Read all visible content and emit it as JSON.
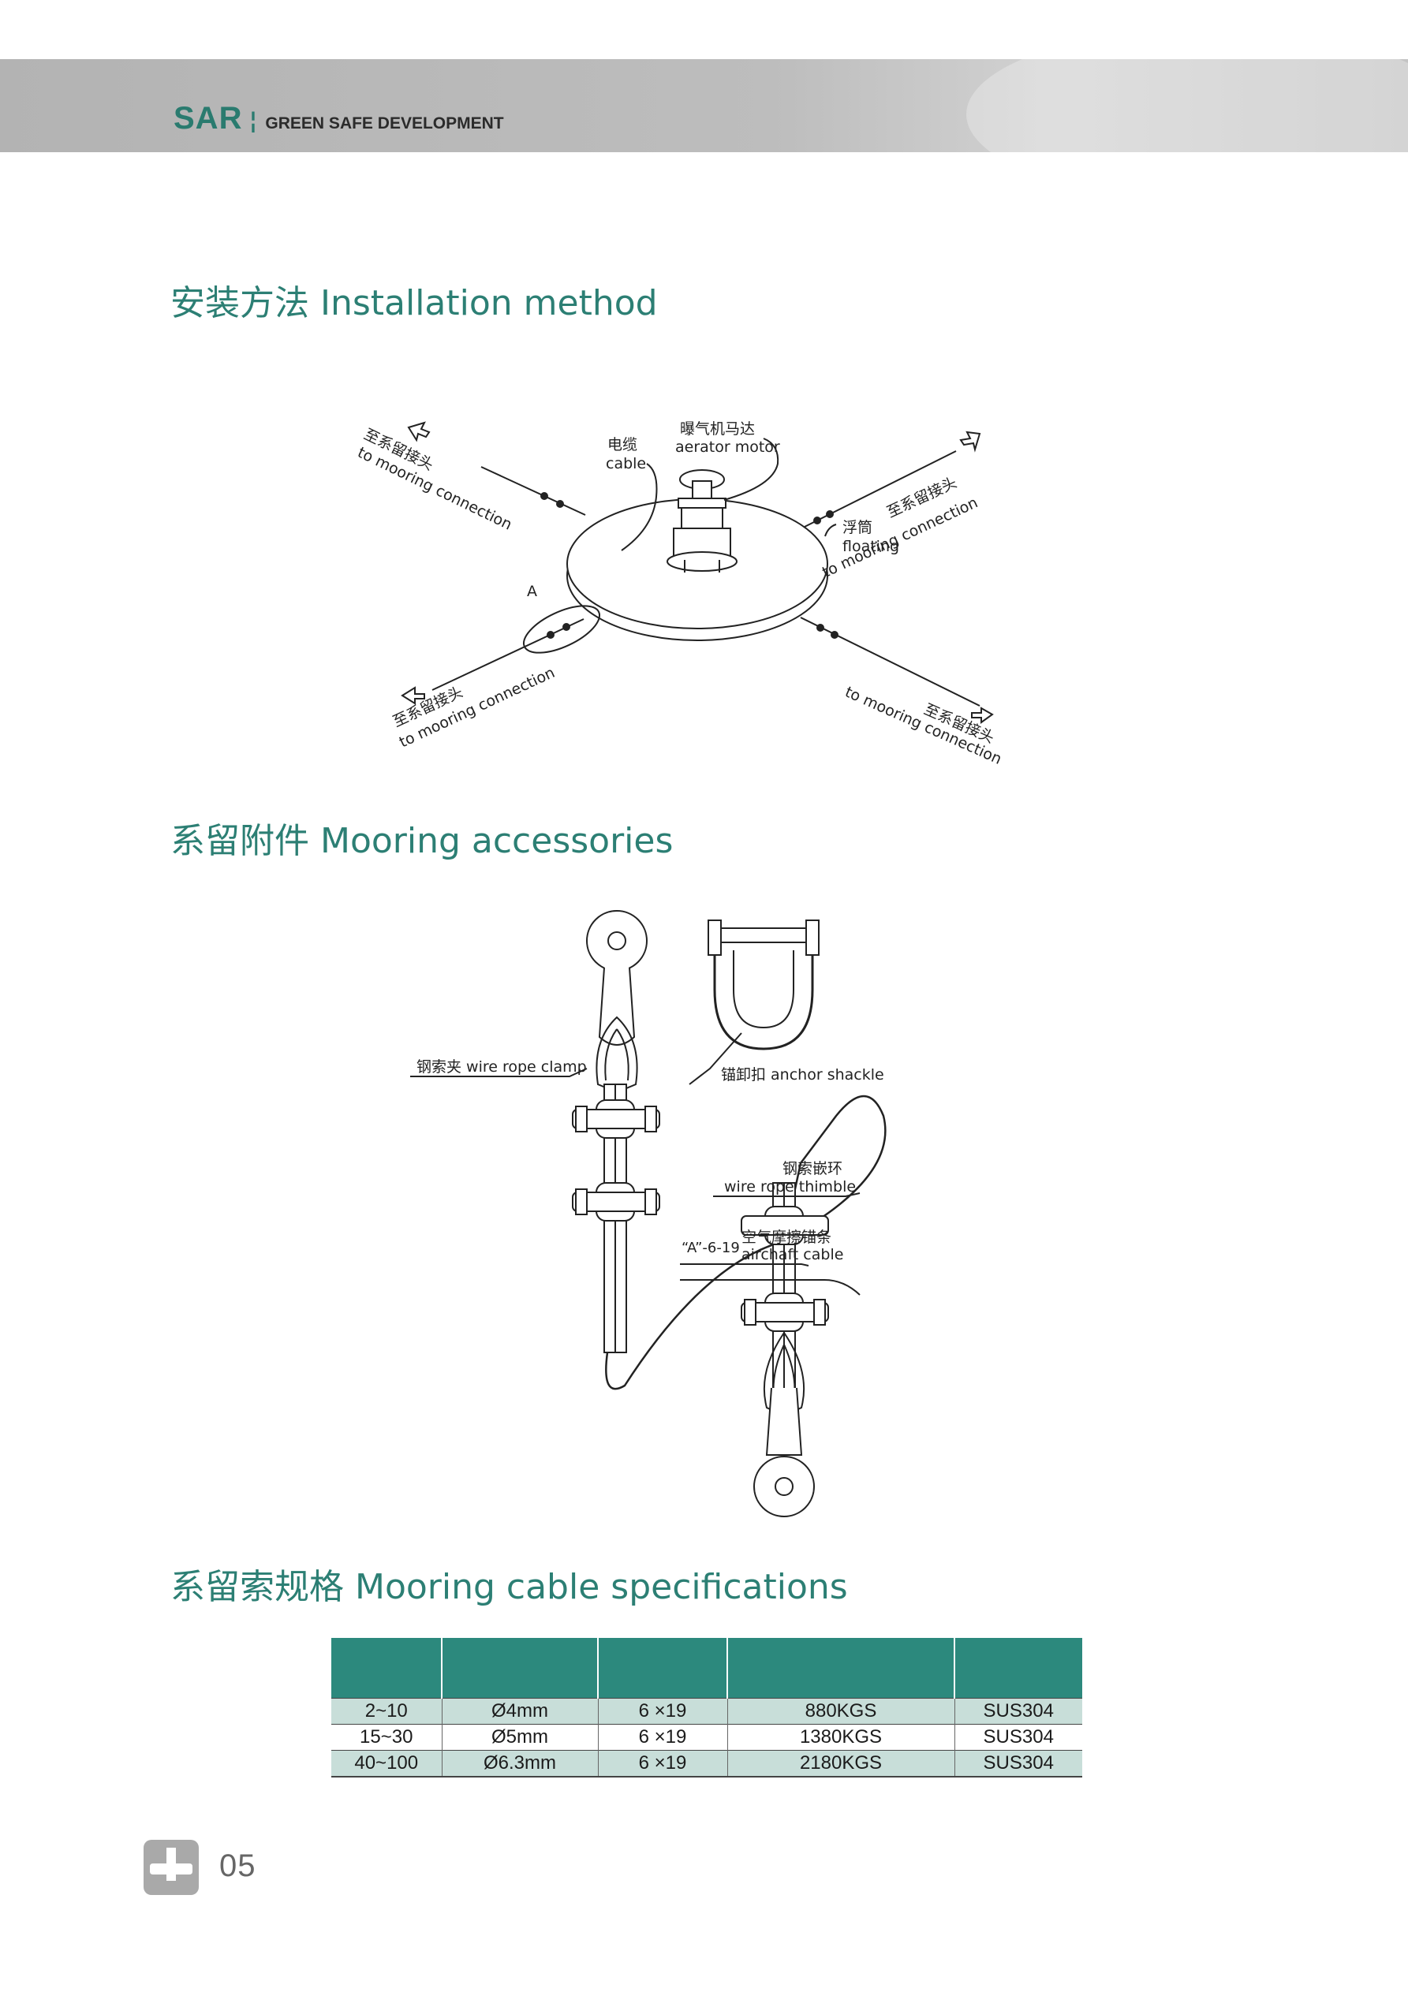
{
  "header": {
    "brand": "SAR",
    "tagline": "GREEN SAFE DEVELOPMENT"
  },
  "sections": {
    "installation": "安装方法 Installation method",
    "accessories": "系留附件 Mooring accessories",
    "specs": "系留索规格 Mooring cable specifications"
  },
  "installation_diagram": {
    "mooring_cn": "至系留接头",
    "mooring_en": "to mooring connection",
    "cable_cn": "电缆",
    "cable_en": "cable",
    "motor_cn": "曝气机马达",
    "motor_en": "aerator motor",
    "float_cn": "浮筒",
    "float_en": "floating",
    "detail_marker": "A"
  },
  "accessories_diagram": {
    "clamp": "钢索夹 wire rope clamp",
    "shackle": "锚卸扣 anchor shackle",
    "thimble_cn": "钢索嵌环",
    "thimble_en": "wire rope thimble",
    "cable_spec": "“A”-6-19",
    "cable_cn": "空气摩擦锚条",
    "cable_en": "airchaft cable"
  },
  "spec_table": {
    "headers": [
      "",
      "",
      "",
      "",
      ""
    ],
    "rows": [
      [
        "2~10",
        "Ø4mm",
        "6 ×19",
        "880KGS",
        "SUS304"
      ],
      [
        "15~30",
        "Ø5mm",
        "6 ×19",
        "1380KGS",
        "SUS304"
      ],
      [
        "40~100",
        "Ø6.3mm",
        "6 ×19",
        "2180KGS",
        "SUS304"
      ]
    ]
  },
  "footer": {
    "page_number": "05",
    "icon": "tool-icon"
  },
  "colors": {
    "brand": "#2a7b6f",
    "title": "#2c7f74",
    "table_header": "#2c897d",
    "table_row_alt": "#c8ded9"
  }
}
